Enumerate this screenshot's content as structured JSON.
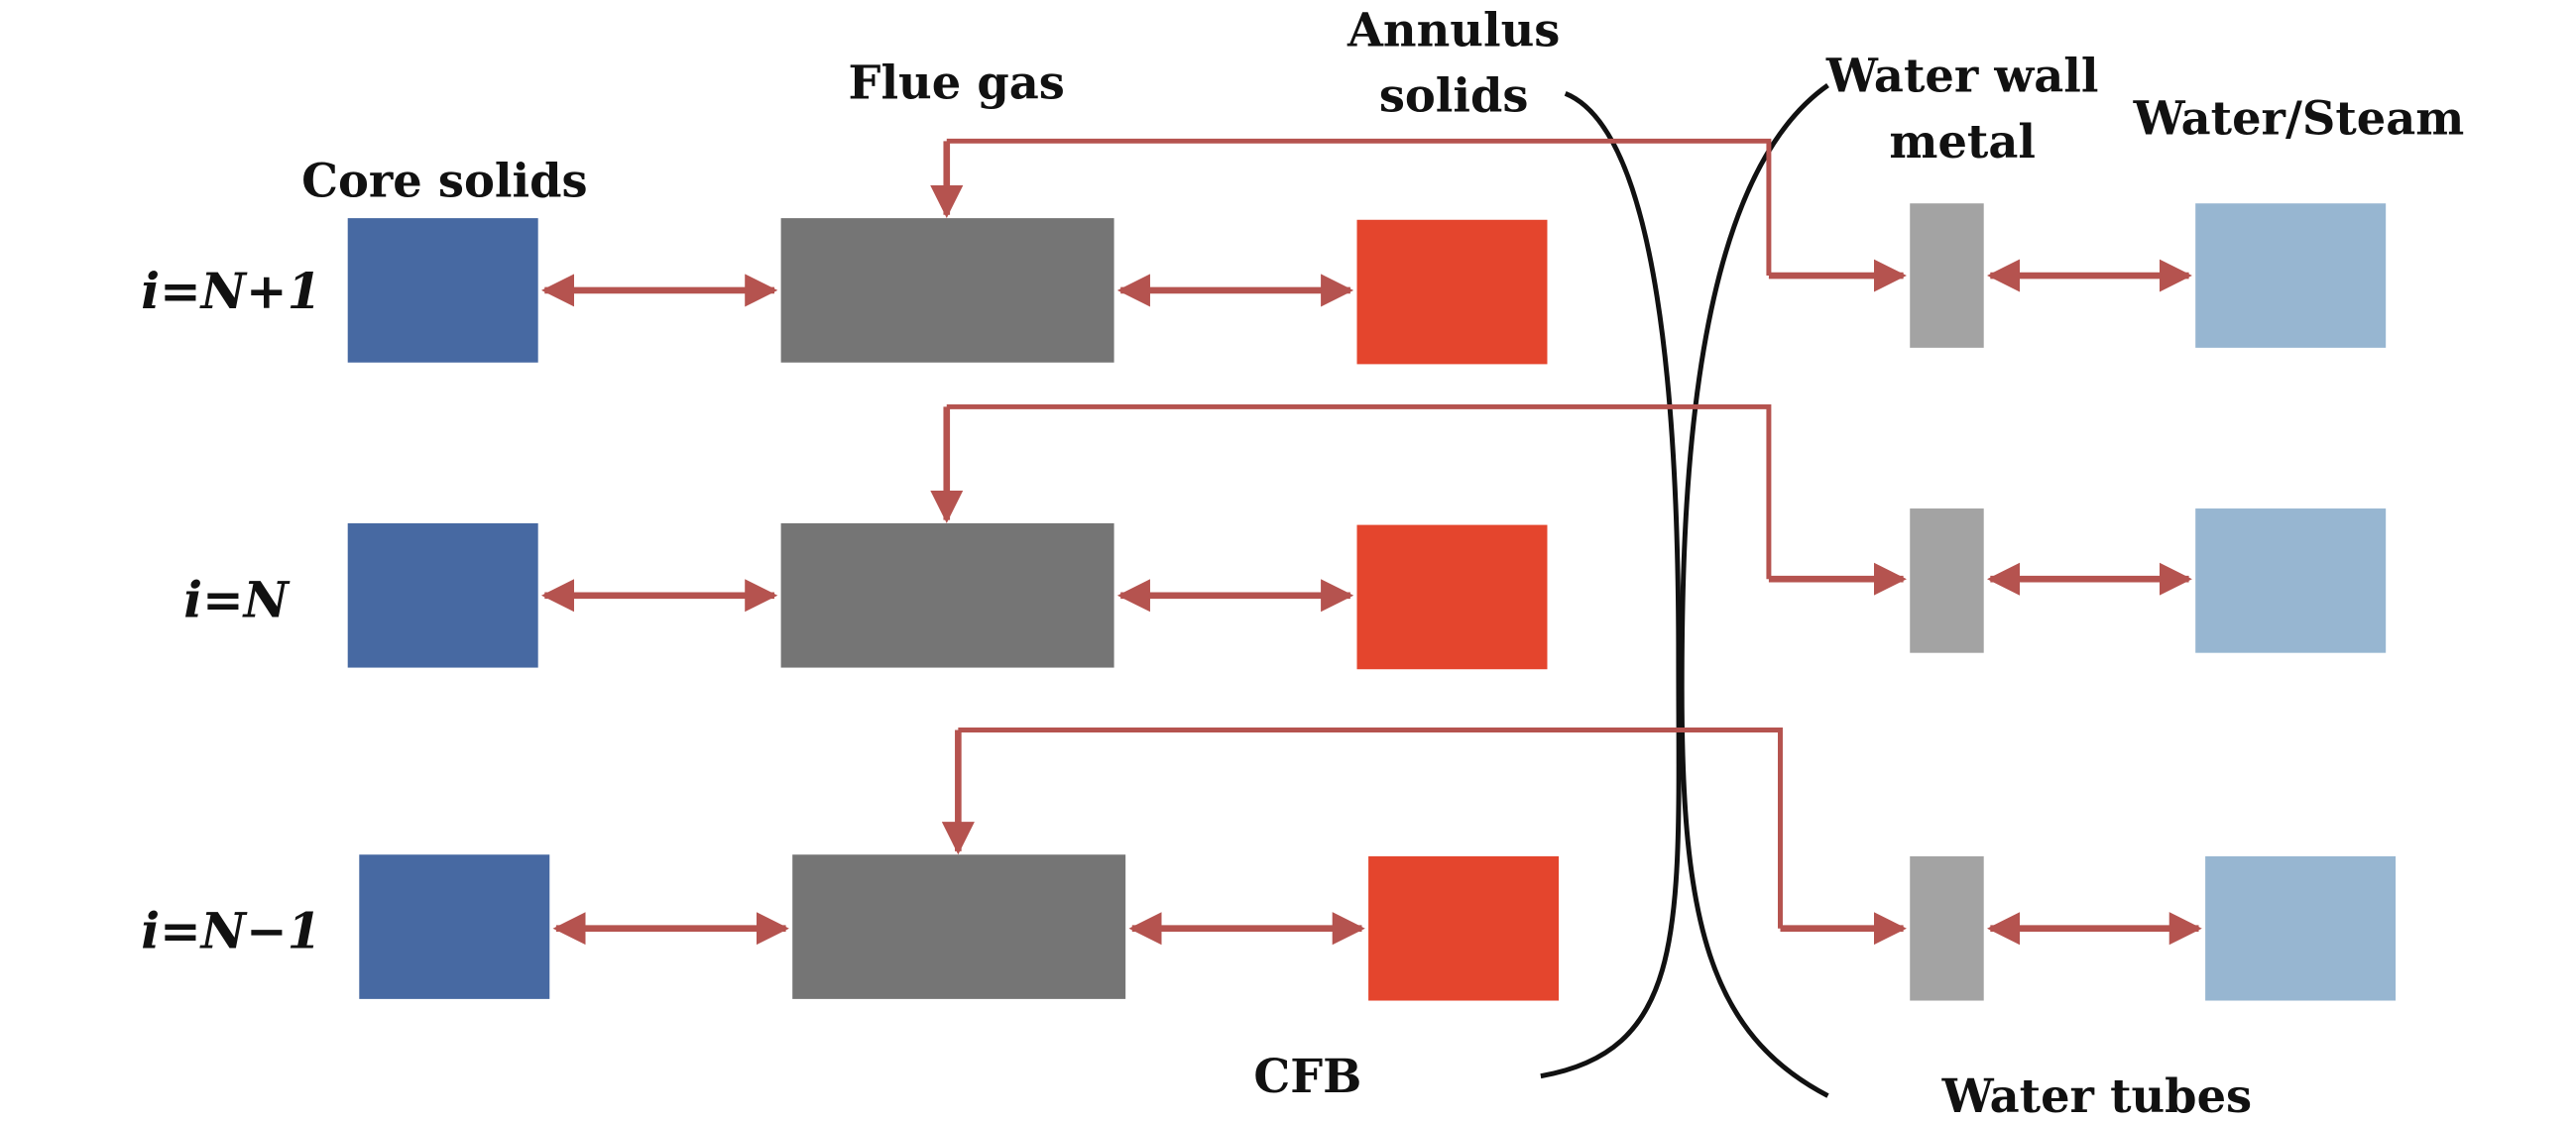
{
  "labels": {
    "core_solids": "Core solids",
    "flue_gas": "Flue gas",
    "annulus_solids_1": "Annulus",
    "annulus_solids_2": "solids",
    "water_wall_metal_1": "Water wall",
    "water_wall_metal_2": "metal",
    "water_steam": "Water/Steam",
    "cfb": "CFB",
    "water_tubes": "Water tubes"
  },
  "rows": [
    {
      "label": "i=N+1"
    },
    {
      "label": "i=N"
    },
    {
      "label": "i=N−1"
    }
  ],
  "colors": {
    "core_solids": "#4769a2",
    "flue_gas": "#757575",
    "annulus_solids": "#e4452d",
    "water_wall_metal": "#a3a3a3",
    "water_steam": "#97b6d1",
    "arrow": "#b5534f",
    "boundary": "#111111"
  }
}
